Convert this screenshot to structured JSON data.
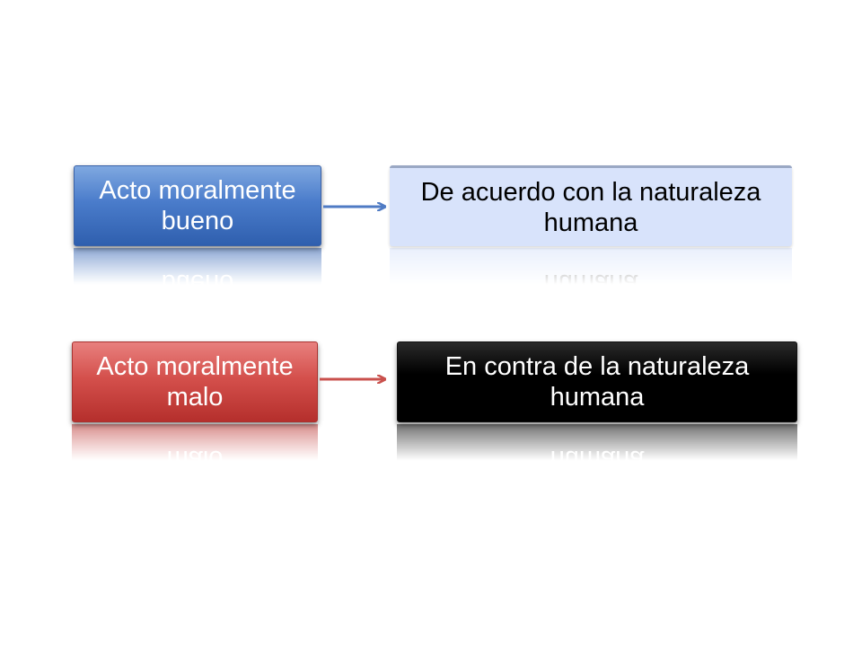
{
  "diagram": {
    "good_act": {
      "label": "Acto moralmente bueno",
      "color": "#4a7ccb"
    },
    "good_result": {
      "label": "De acuerdo con la naturaleza humana",
      "color": "#d8e3fb"
    },
    "bad_act": {
      "label": "Acto moralmente malo",
      "color": "#d4504c"
    },
    "bad_result": {
      "label": "En contra de la naturaleza humana",
      "color": "#000000"
    },
    "arrows": [
      {
        "from": "good_act",
        "to": "good_result",
        "color": "#4f7bc4"
      },
      {
        "from": "bad_act",
        "to": "bad_result",
        "color": "#c9504c"
      }
    ]
  }
}
